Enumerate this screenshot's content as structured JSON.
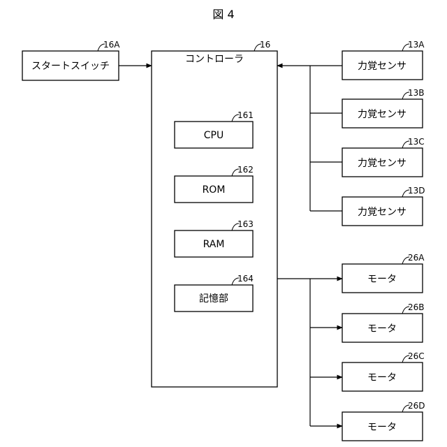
{
  "figure_title": "図 4",
  "start_switch": {
    "label": "スタートスイッチ",
    "ref": "16A"
  },
  "controller": {
    "label": "コントローラ",
    "ref": "16",
    "components": [
      {
        "label": "CPU",
        "ref": "161"
      },
      {
        "label": "ROM",
        "ref": "162"
      },
      {
        "label": "RAM",
        "ref": "163"
      },
      {
        "label": "記憶部",
        "ref": "164"
      }
    ]
  },
  "force_sensors": [
    {
      "label": "力覚センサ",
      "ref": "13A"
    },
    {
      "label": "力覚センサ",
      "ref": "13B"
    },
    {
      "label": "力覚センサ",
      "ref": "13C"
    },
    {
      "label": "力覚センサ",
      "ref": "13D"
    }
  ],
  "motors": [
    {
      "label": "モータ",
      "ref": "26A"
    },
    {
      "label": "モータ",
      "ref": "26B"
    },
    {
      "label": "モータ",
      "ref": "26C"
    },
    {
      "label": "モータ",
      "ref": "26D"
    }
  ]
}
